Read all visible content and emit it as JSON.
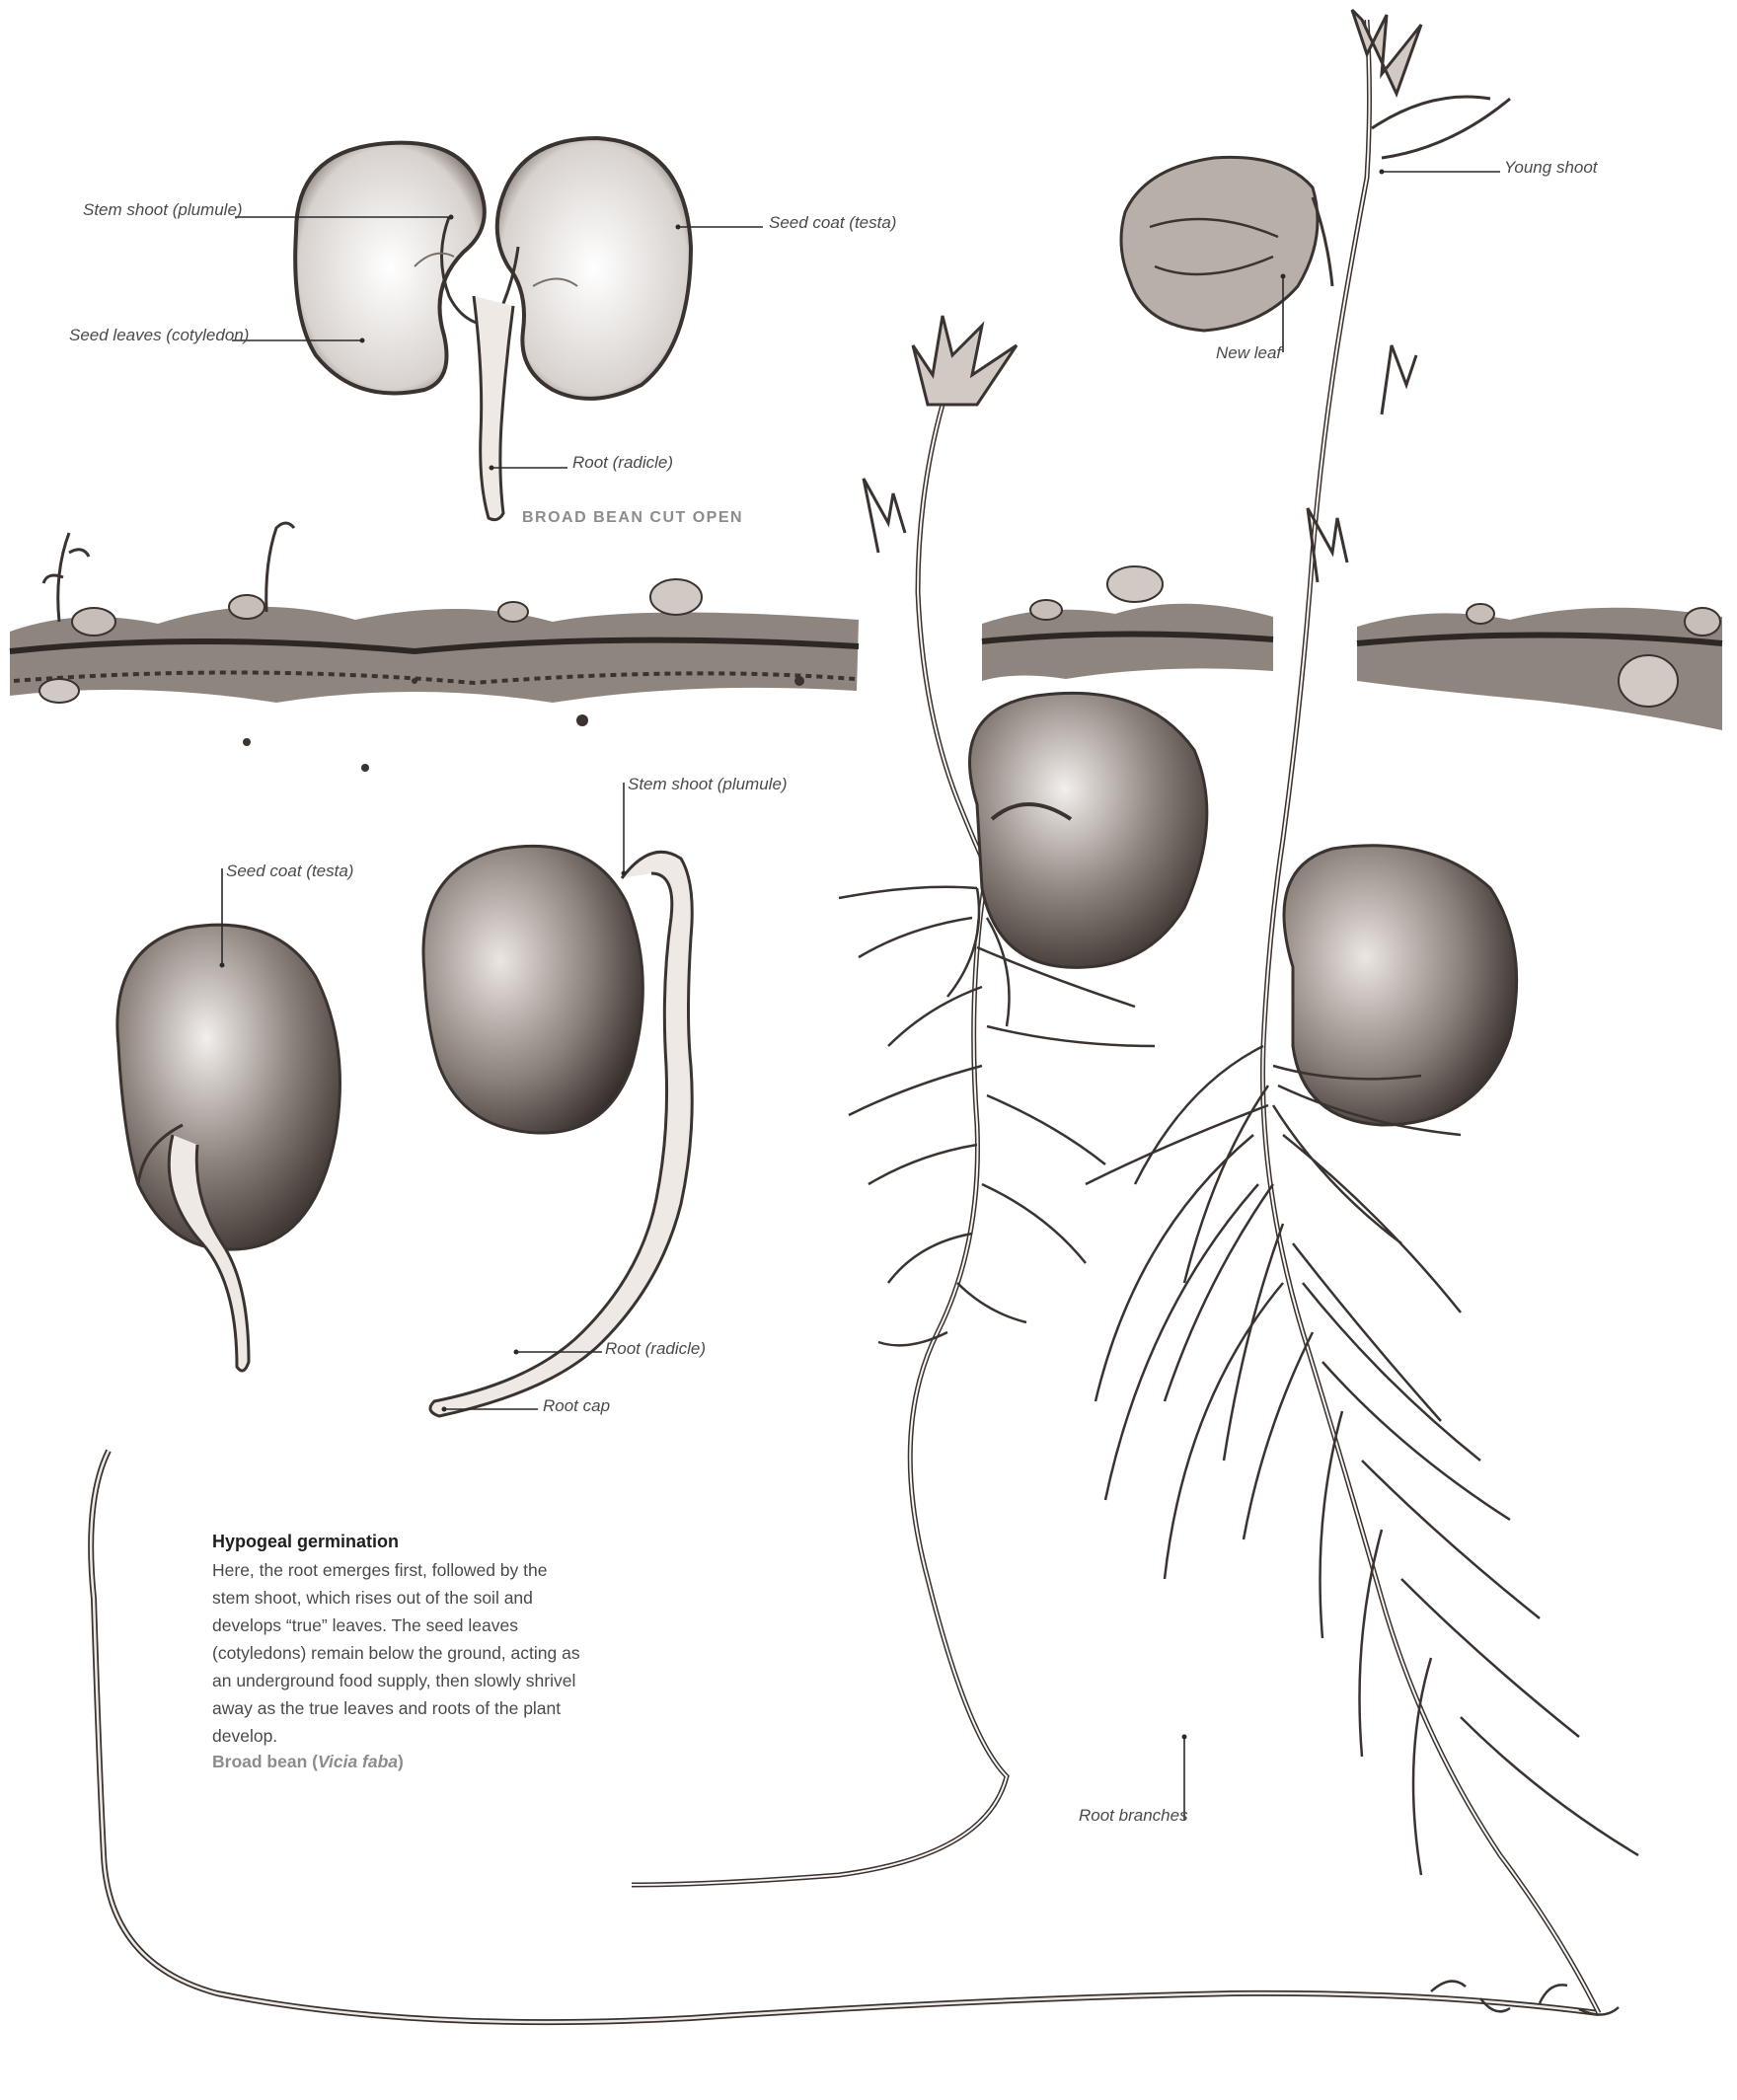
{
  "labels": {
    "stem_shoot_top": "Stem shoot (plumule)",
    "seed_coat_top": "Seed coat (testa)",
    "seed_leaves": "Seed leaves (cotyledon)",
    "root_radicle_top": "Root (radicle)",
    "cut_open_caption": "BROAD BEAN CUT OPEN",
    "young_shoot": "Young shoot",
    "new_leaf": "New leaf",
    "stem_shoot_mid": "Stem shoot (plumule)",
    "seed_coat_mid": "Seed coat (testa)",
    "root_radicle_mid": "Root (radicle)",
    "root_cap": "Root cap",
    "root_branches": "Root branches"
  },
  "description": {
    "heading": "Hypogeal germination",
    "body": "Here, the root emerges first, followed by the stem shoot, which rises out of the soil and develops “true” leaves. The seed leaves (cotyledons) remain below the ground, acting as an underground food supply, then slowly shrivel away as the true leaves and roots of the plant develop.",
    "species_prefix": "Broad bean (",
    "species_latin": "Vicia faba",
    "species_suffix": ")"
  },
  "colors": {
    "ink": "#3a3330",
    "ink_light": "#7a706a",
    "label_text": "#4a4a4a",
    "caption_grey": "#8c8c8c",
    "heading": "#1f1f1f"
  }
}
